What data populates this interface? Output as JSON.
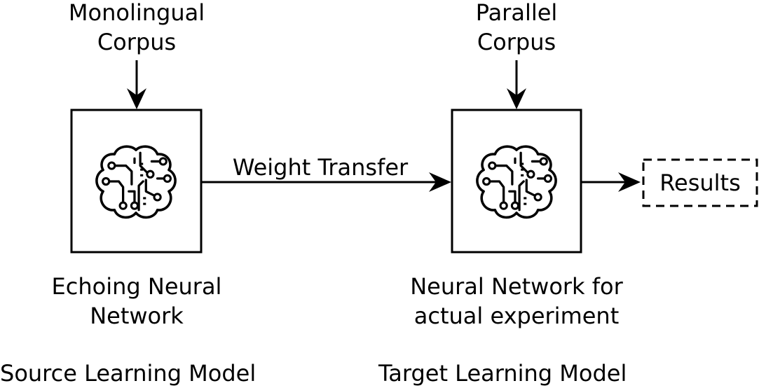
{
  "source": {
    "input_line1": "Monolingual",
    "input_line2": "Corpus",
    "network_line1": "Echoing Neural",
    "network_line2": "Network",
    "model_label": "Source Learning Model"
  },
  "target": {
    "input_line1": "Parallel",
    "input_line2": "Corpus",
    "network_line1": "Neural Network for",
    "network_line2": "actual experiment",
    "model_label": "Target Learning Model"
  },
  "transfer_label": "Weight Transfer",
  "results_label": "Results",
  "icons": {
    "network_icon": "brain-circuit-icon"
  }
}
